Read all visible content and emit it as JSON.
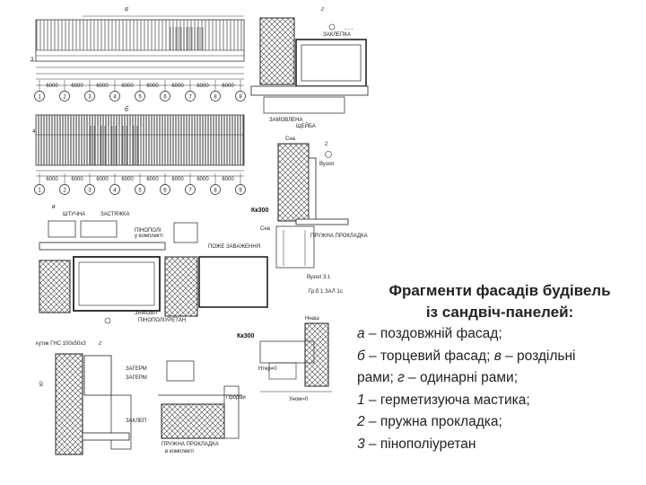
{
  "drawing": {
    "view_labels": {
      "a": "а",
      "b": "б",
      "v": "в",
      "g": "г"
    },
    "axis_markers_top": [
      "1",
      "2",
      "3",
      "4",
      "5",
      "6",
      "7",
      "8",
      "9"
    ],
    "dimensions_top": [
      "6000",
      "6000",
      "6000",
      "6000",
      "6000",
      "6000",
      "6000",
      "6000"
    ],
    "axis_markers_mid": [
      "1",
      "2",
      "3",
      "4",
      "5",
      "6",
      "7",
      "8",
      "9"
    ],
    "dimensions_mid": [
      "6000",
      "6000",
      "6000",
      "6000",
      "6000",
      "6000",
      "6000",
      "6000"
    ],
    "callouts": [
      "Кк300",
      "Кк300",
      "Вузол 3.1",
      "кутик ГНС 100х50х3"
    ],
    "marks": [
      "1",
      "2",
      "3"
    ]
  },
  "caption": {
    "title_line1": "Фрагменти фасадів будівель",
    "title_line2": "із сандвіч-панелей:",
    "lines": [
      {
        "key": "а",
        "text": " – поздовжній фасад;"
      },
      {
        "key": "б",
        "text": " – торцевий фасад; "
      },
      {
        "key": "в",
        "text": " – роздільні"
      },
      {
        "text": "рами; "
      },
      {
        "key": "г",
        "text": " – одинарні рами;"
      },
      {
        "key": "1",
        "text": " – герметизуюча мастика;"
      },
      {
        "key": "2",
        "text": " – пружна прокладка;"
      },
      {
        "key": "3",
        "text": " – пінополіуретан"
      }
    ]
  }
}
